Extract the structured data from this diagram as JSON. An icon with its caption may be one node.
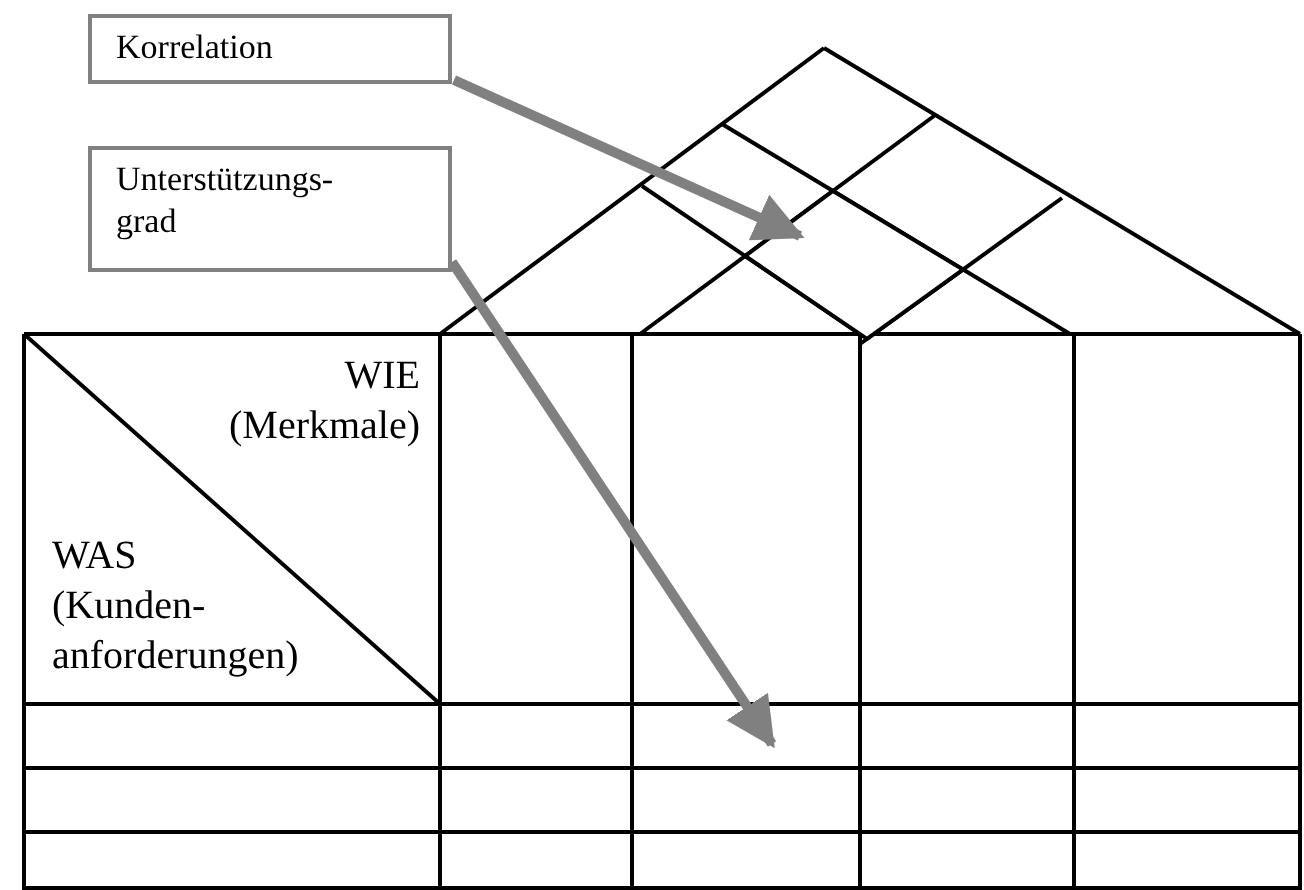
{
  "diagram": {
    "nodes": [
      {
        "text": [
          "Korrelation"
        ]
      },
      {
        "text": [
          "Unterstützungs- grad"
        ]
      },
      {
        "text": [],
        "shape": "diamond"
      },
      {
        "text": [],
        "shape": "box"
      }
    ],
    "edges": [
      {
        "from": 0,
        "to": 2,
        "arrow": "to"
      },
      {
        "from": 1,
        "to": 3,
        "arrow": "to"
      }
    ],
    "labels": [
      "WIE (Merkmale)",
      "WAS (Kunden- anforderungen)"
    ]
  }
}
